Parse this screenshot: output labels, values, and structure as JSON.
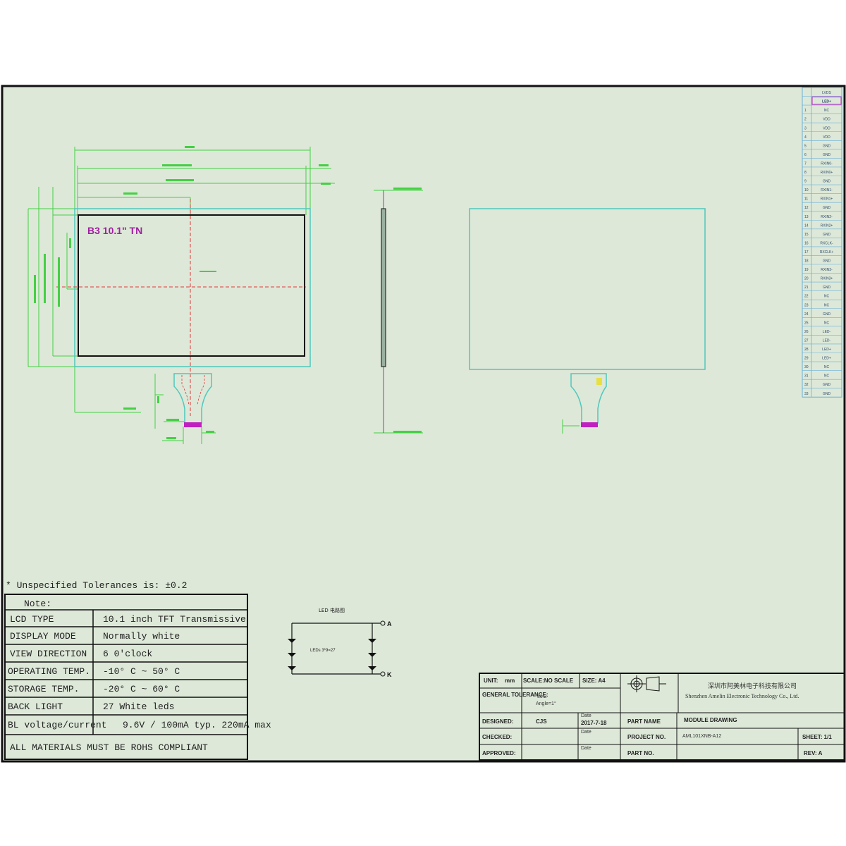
{
  "colors": {
    "paper": "#dde8d8",
    "outline": "#111111",
    "dimension": "#44d044",
    "panel": "#4ec8bc",
    "centerline": "#e03838",
    "magenta": "#c020c0",
    "accent": "#e8e040"
  },
  "module": {
    "title": "B3 10.1\" TN"
  },
  "tolerance_note": "* Unspecified Tolerances is: ±0.2",
  "notes": {
    "header": "Note:",
    "rows": [
      {
        "label": "LCD TYPE",
        "value": "10.1 inch TFT Transmissive"
      },
      {
        "label": "DISPLAY MODE",
        "value": "Normally white"
      },
      {
        "label": "VIEW DIRECTION",
        "value": "6 0'clock"
      },
      {
        "label": "OPERATING TEMP.",
        "value": "-10° C ~ 50° C"
      },
      {
        "label": "STORAGE TEMP.",
        "value": "-20° C ~ 60° C"
      },
      {
        "label": "BACK LIGHT",
        "value": "27 White leds"
      },
      {
        "label": "BL voltage/current",
        "value": "9.6V / 100mA typ. 220mA max"
      }
    ],
    "footer": "ALL MATERIALS MUST BE ROHS COMPLIANT"
  },
  "circuit": {
    "title": "LED 电路图",
    "led_label": "LEDs 3*9=27",
    "anode": "A",
    "cathode": "K"
  },
  "titleblock": {
    "unit_label": "UNIT:",
    "unit_value": "mm",
    "scale": "SCALE:NO SCALE",
    "size": "SIZE: A4",
    "general_tolerance_label": "GENERAL TOLERANCE:",
    "general_tolerance_value": "±0.2",
    "angle": "Angle=1°",
    "company_cn": "深圳市阿美林电子科技有限公司",
    "company_en": "Shenzhen Amelin Electronic Technology Co., Ltd.",
    "designed_label": "DESIGNED:",
    "designed_value": "CJS",
    "date_label": "Date",
    "designed_date": "2017-7-18",
    "checked_label": "CHECKED:",
    "approved_label": "APPROVED:",
    "part_name_label": "PART NAME",
    "part_name_value": "MODULE DRAWING",
    "project_no_label": "PROJECT NO.",
    "project_no_value": "AML101XNB-A12",
    "part_no_label": "PART NO.",
    "sheet": "SHEET: 1/1",
    "rev": "REV: A"
  },
  "pin_table": {
    "header_top": "LVDS",
    "header_sel": "LED+",
    "rows": [
      "NC",
      "VDD",
      "VDD",
      "VDD",
      "GND",
      "GND",
      "RXIN0-",
      "RXIN0+",
      "GND",
      "RXIN1-",
      "RXIN1+",
      "GND",
      "RXIN2-",
      "RXIN2+",
      "GND",
      "RXCLK-",
      "RXCLK+",
      "GND",
      "RXIN3-",
      "RXIN3+",
      "GND",
      "NC",
      "NC",
      "GND",
      "NC",
      "LED-",
      "LED-",
      "LED+",
      "LED+",
      "NC",
      "NC",
      "GND",
      "GND"
    ]
  }
}
